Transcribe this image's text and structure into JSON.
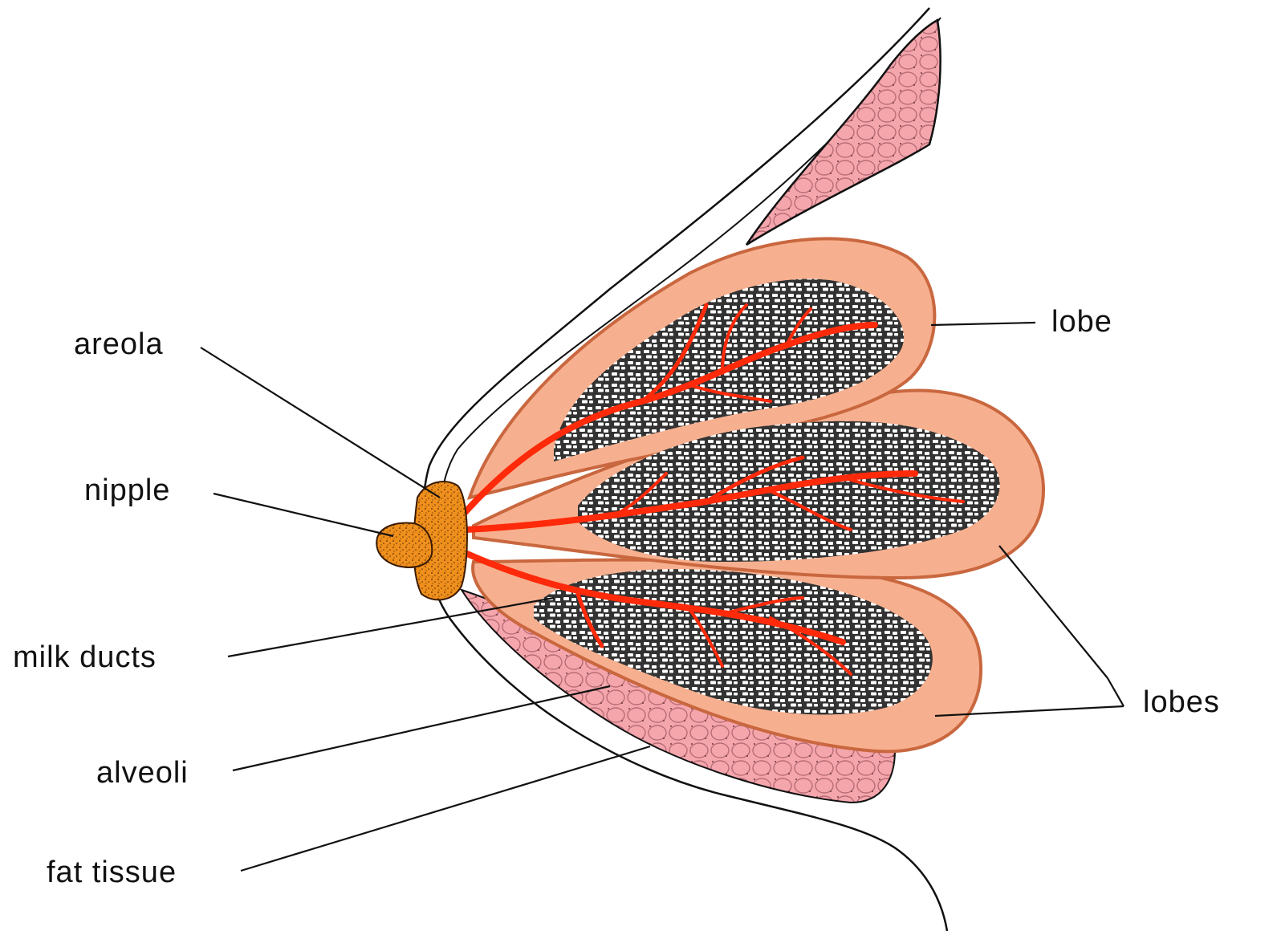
{
  "labels": {
    "areola": "areola",
    "nipple": "nipple",
    "milk_ducts": "milk ducts",
    "alveoli": "alveoli",
    "fat_tissue": "fat tissue",
    "lobe": "lobe",
    "lobes": "lobes"
  },
  "colors": {
    "lobe_fill": "#f7b08f",
    "lobe_outline": "#c9673f",
    "duct": "#ff2a0a",
    "fat": "#f5a6ad",
    "nipple": "#ef8f1c",
    "alveoli_dark": "#3a3a3a",
    "line": "#111111"
  }
}
